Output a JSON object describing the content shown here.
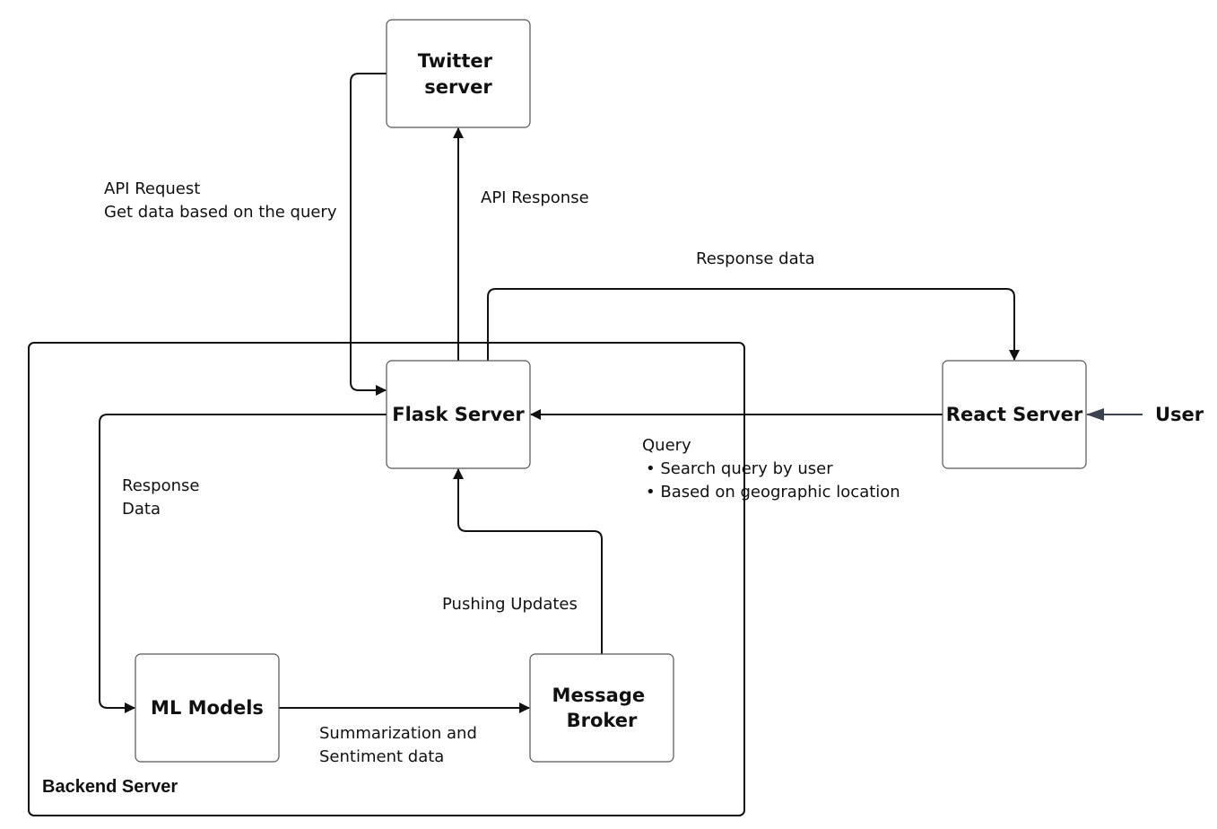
{
  "nodes": {
    "twitter": "Twitter server",
    "flask": "Flask Server",
    "react": "React Server",
    "ml": "ML Models",
    "broker": "Message Broker"
  },
  "group": {
    "label": "Backend Server"
  },
  "actor": {
    "label": "User"
  },
  "edges": {
    "api_request": {
      "line1": "API Request",
      "line2": "Get data based on the query"
    },
    "api_response": "API Response",
    "response_data_top": "Response data",
    "query": {
      "title": "Query",
      "item1": "• Search query by user",
      "item2": "• Based on geographic location"
    },
    "response_data_left": {
      "line1": "Response",
      "line2": "Data"
    },
    "pushing_updates": "Pushing Updates",
    "summarization": {
      "line1": "Summarization and",
      "line2": "Sentiment data"
    }
  },
  "colors": {
    "stroke": "#111111",
    "box_border": "#555555",
    "user_arrow": "#3b4250"
  }
}
